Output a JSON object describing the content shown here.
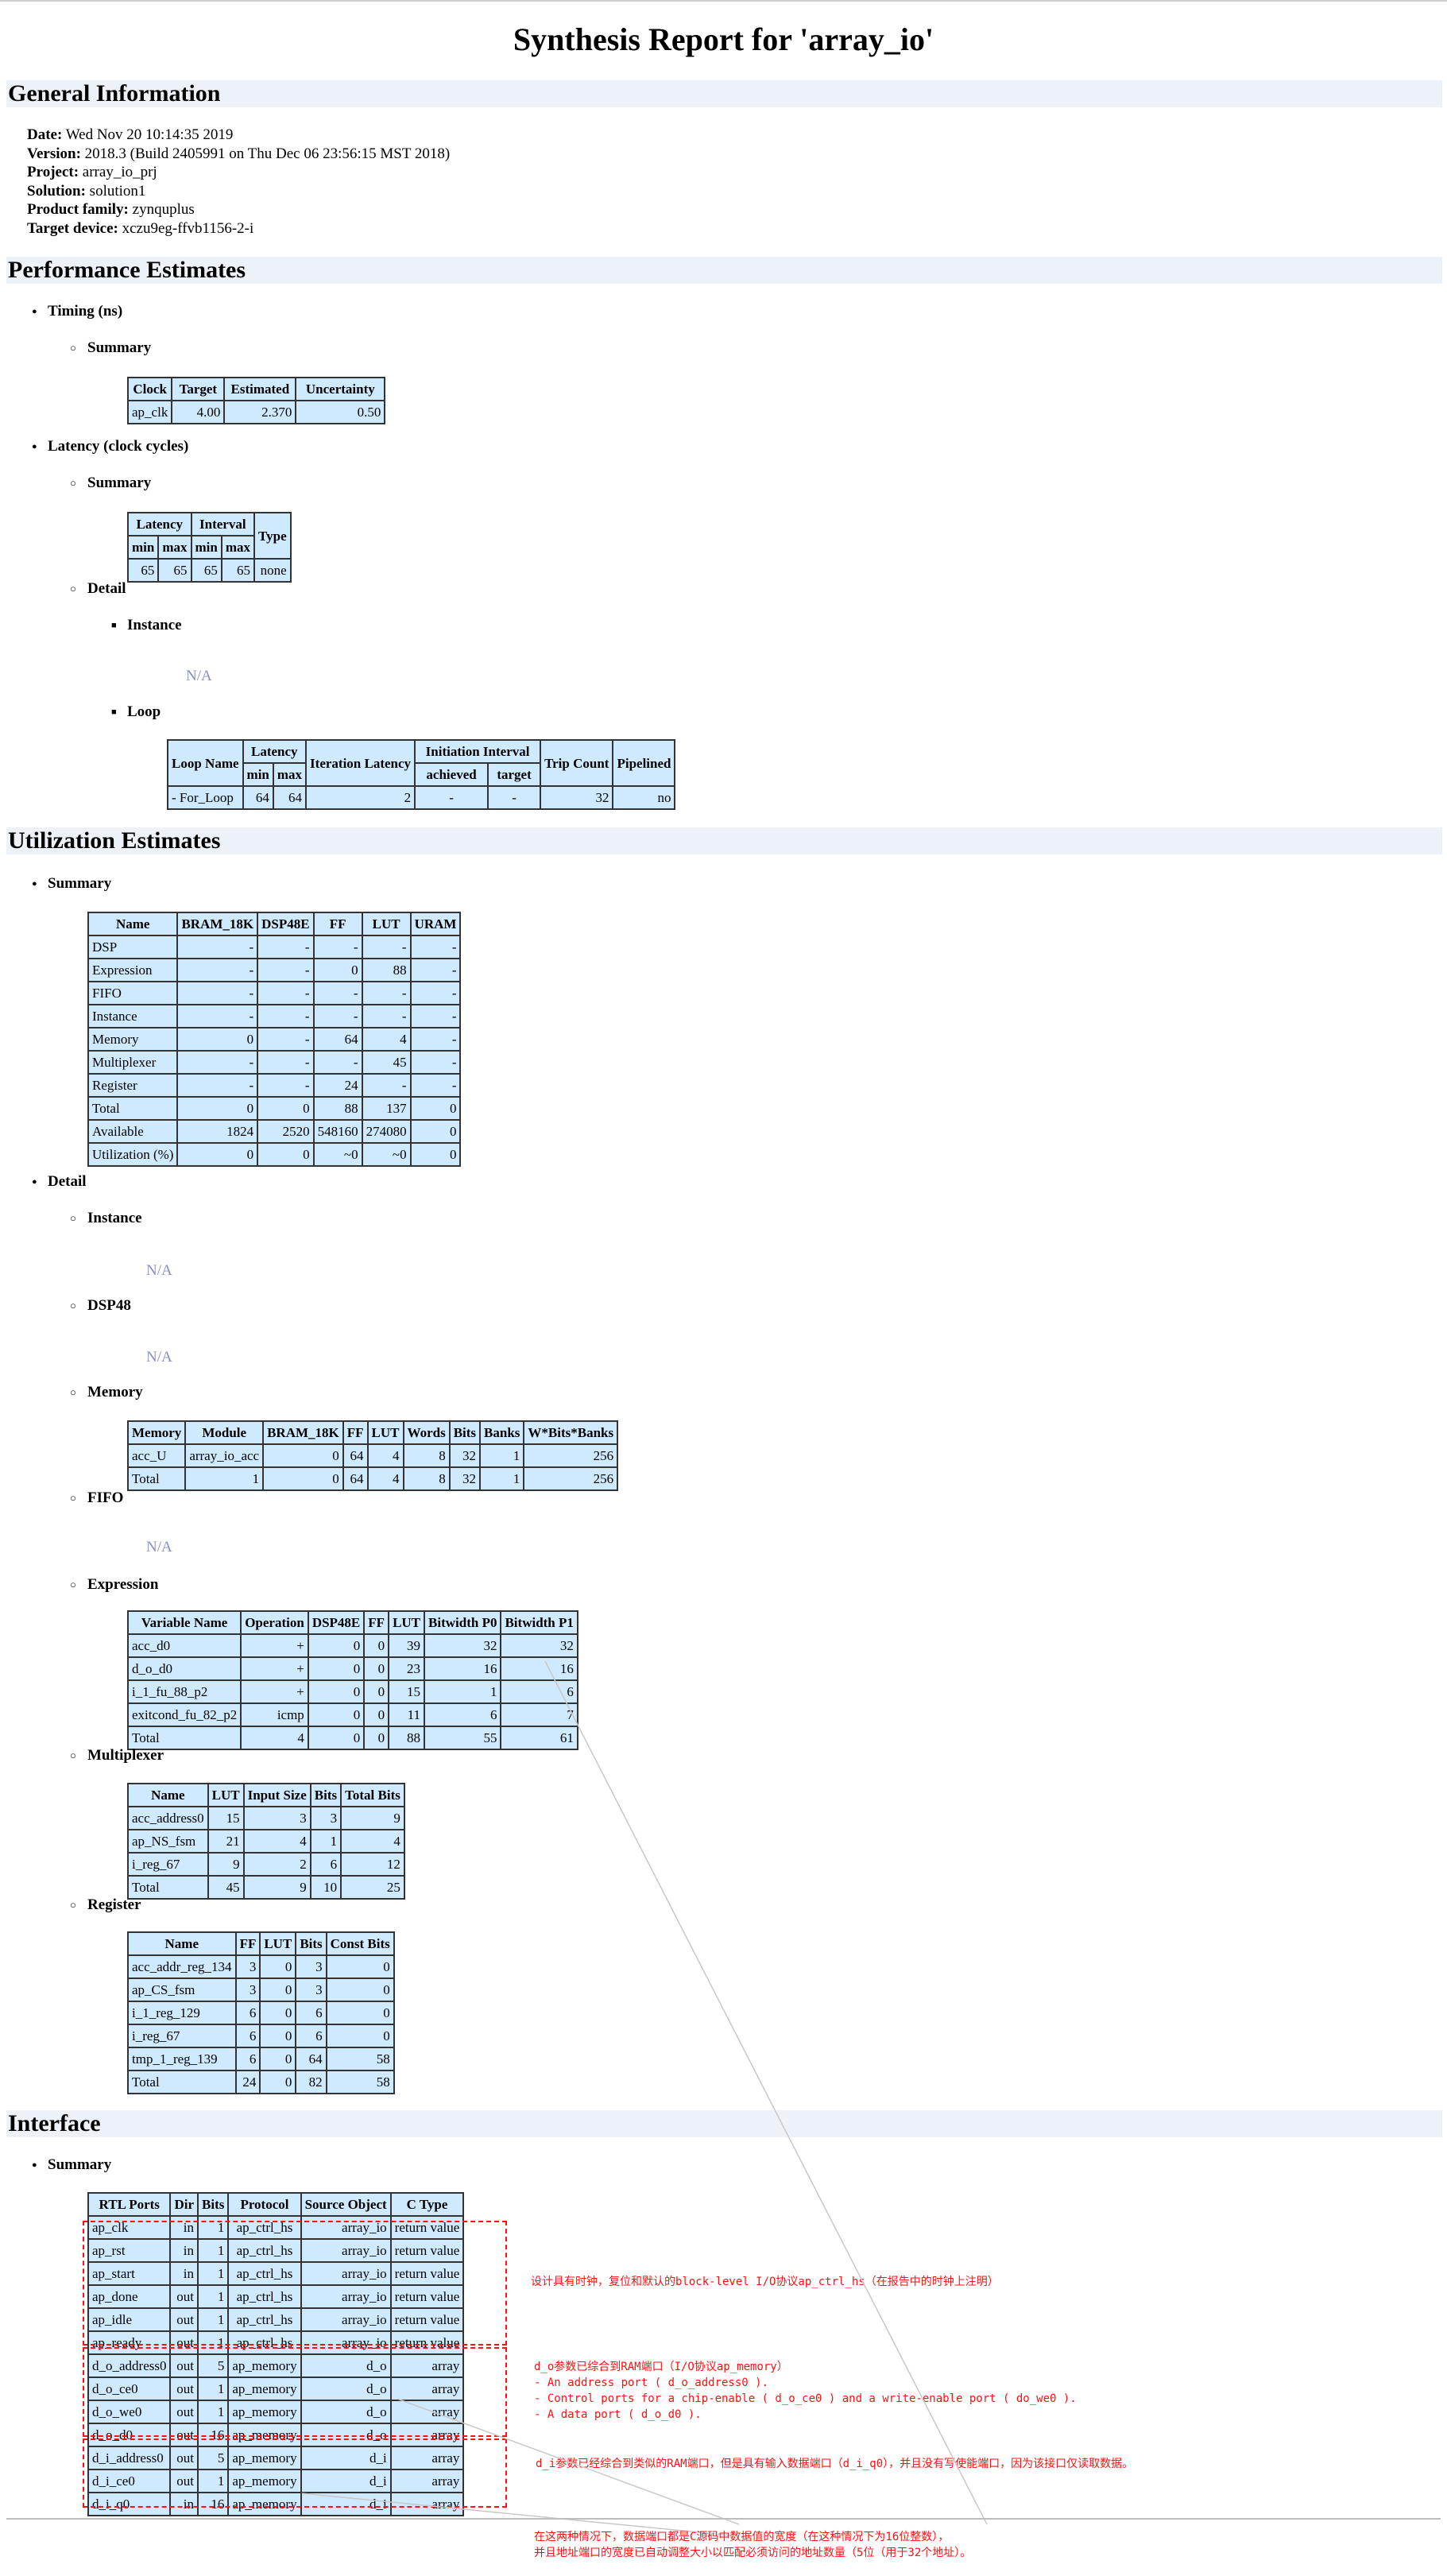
{
  "title": "Synthesis Report for 'array_io'",
  "sections": {
    "general": "General Information",
    "performance": "Performance Estimates",
    "utilization": "Utilization Estimates",
    "interface": "Interface"
  },
  "general_info": [
    {
      "label": "Date:",
      "value": "Wed Nov 20 10:14:35 2019"
    },
    {
      "label": "Version:",
      "value": "2018.3 (Build 2405991 on Thu Dec 06 23:56:15 MST 2018)"
    },
    {
      "label": "Project:",
      "value": "array_io_prj"
    },
    {
      "label": "Solution:",
      "value": "solution1"
    },
    {
      "label": "Product family:",
      "value": "zynquplus"
    },
    {
      "label": "Target device:",
      "value": "xczu9eg-ffvb1156-2-i"
    }
  ],
  "labels": {
    "timing": "Timing (ns)",
    "summary": "Summary",
    "latency": "Latency (clock cycles)",
    "detail": "Detail",
    "instance": "Instance",
    "loop": "Loop",
    "dsp48": "DSP48",
    "memory": "Memory",
    "fifo": "FIFO",
    "expression": "Expression",
    "multiplexer": "Multiplexer",
    "register": "Register",
    "na": "N/A"
  },
  "timing": {
    "headers": [
      "Clock",
      "Target",
      "Estimated",
      "Uncertainty"
    ],
    "row": [
      "ap_clk",
      "4.00",
      "2.370",
      "0.50"
    ]
  },
  "latency": {
    "h_latency": "Latency",
    "h_interval": "Interval",
    "h_type": "Type",
    "h_min": "min",
    "h_max": "max",
    "row": [
      "65",
      "65",
      "65",
      "65",
      "none"
    ]
  },
  "loop": {
    "h_name": "Loop Name",
    "h_latency": "Latency",
    "h_iter": "Iteration Latency",
    "h_ii": "Initiation Interval",
    "h_achieved": "achieved",
    "h_target": "target",
    "h_trip": "Trip Count",
    "h_pipe": "Pipelined",
    "h_min": "min",
    "h_max": "max",
    "row": [
      "- For_Loop",
      "64",
      "64",
      "2",
      "-",
      "-",
      "32",
      "no"
    ]
  },
  "util_summary": {
    "headers": [
      "Name",
      "BRAM_18K",
      "DSP48E",
      "FF",
      "LUT",
      "URAM"
    ],
    "rows": [
      [
        "DSP",
        "-",
        "-",
        "-",
        "-",
        "-"
      ],
      [
        "Expression",
        "-",
        "-",
        "0",
        "88",
        "-"
      ],
      [
        "FIFO",
        "-",
        "-",
        "-",
        "-",
        "-"
      ],
      [
        "Instance",
        "-",
        "-",
        "-",
        "-",
        "-"
      ],
      [
        "Memory",
        "0",
        "-",
        "64",
        "4",
        "-"
      ],
      [
        "Multiplexer",
        "-",
        "-",
        "-",
        "45",
        "-"
      ],
      [
        "Register",
        "-",
        "-",
        "24",
        "-",
        "-"
      ],
      [
        "Total",
        "0",
        "0",
        "88",
        "137",
        "0"
      ],
      [
        "Available",
        "1824",
        "2520",
        "548160",
        "274080",
        "0"
      ],
      [
        "Utilization (%)",
        "0",
        "0",
        "~0",
        "~0",
        "0"
      ]
    ]
  },
  "memory": {
    "headers": [
      "Memory",
      "Module",
      "BRAM_18K",
      "FF",
      "LUT",
      "Words",
      "Bits",
      "Banks",
      "W*Bits*Banks"
    ],
    "rows": [
      [
        "acc_U",
        "array_io_acc",
        "0",
        "64",
        "4",
        "8",
        "32",
        "1",
        "256"
      ],
      [
        "Total",
        "",
        "1",
        "0",
        "64",
        "4",
        "8",
        "32",
        "1",
        "256"
      ]
    ]
  },
  "expression": {
    "headers": [
      "Variable Name",
      "Operation",
      "DSP48E",
      "FF",
      "LUT",
      "Bitwidth P0",
      "Bitwidth P1"
    ],
    "rows": [
      [
        "acc_d0",
        "+",
        "0",
        "0",
        "39",
        "32",
        "32"
      ],
      [
        "d_o_d0",
        "+",
        "0",
        "0",
        "23",
        "16",
        "16"
      ],
      [
        "i_1_fu_88_p2",
        "+",
        "0",
        "0",
        "15",
        "1",
        "6"
      ],
      [
        "exitcond_fu_82_p2",
        "icmp",
        "0",
        "0",
        "11",
        "6",
        "7"
      ],
      [
        "Total",
        "4",
        "0",
        "0",
        "88",
        "55",
        "61"
      ]
    ]
  },
  "multiplexer": {
    "headers": [
      "Name",
      "LUT",
      "Input Size",
      "Bits",
      "Total Bits"
    ],
    "rows": [
      [
        "acc_address0",
        "15",
        "3",
        "3",
        "9"
      ],
      [
        "ap_NS_fsm",
        "21",
        "4",
        "1",
        "4"
      ],
      [
        "i_reg_67",
        "9",
        "2",
        "6",
        "12"
      ],
      [
        "Total",
        "45",
        "9",
        "10",
        "25"
      ]
    ]
  },
  "register": {
    "headers": [
      "Name",
      "FF",
      "LUT",
      "Bits",
      "Const Bits"
    ],
    "rows": [
      [
        "acc_addr_reg_134",
        "3",
        "0",
        "3",
        "0"
      ],
      [
        "ap_CS_fsm",
        "3",
        "0",
        "3",
        "0"
      ],
      [
        "i_1_reg_129",
        "6",
        "0",
        "6",
        "0"
      ],
      [
        "i_reg_67",
        "6",
        "0",
        "6",
        "0"
      ],
      [
        "tmp_1_reg_139",
        "6",
        "0",
        "64",
        "58"
      ],
      [
        "Total",
        "24",
        "0",
        "82",
        "58"
      ]
    ]
  },
  "interface": {
    "headers": [
      "RTL Ports",
      "Dir",
      "Bits",
      "Protocol",
      "Source Object",
      "C Type"
    ],
    "rows": [
      [
        "ap_clk",
        "in",
        "1",
        "ap_ctrl_hs",
        "array_io",
        "return value"
      ],
      [
        "ap_rst",
        "in",
        "1",
        "ap_ctrl_hs",
        "array_io",
        "return value"
      ],
      [
        "ap_start",
        "in",
        "1",
        "ap_ctrl_hs",
        "array_io",
        "return value"
      ],
      [
        "ap_done",
        "out",
        "1",
        "ap_ctrl_hs",
        "array_io",
        "return value"
      ],
      [
        "ap_idle",
        "out",
        "1",
        "ap_ctrl_hs",
        "array_io",
        "return value"
      ],
      [
        "ap_ready",
        "out",
        "1",
        "ap_ctrl_hs",
        "array_io",
        "return value"
      ],
      [
        "d_o_address0",
        "out",
        "5",
        "ap_memory",
        "d_o",
        "array"
      ],
      [
        "d_o_ce0",
        "out",
        "1",
        "ap_memory",
        "d_o",
        "array"
      ],
      [
        "d_o_we0",
        "out",
        "1",
        "ap_memory",
        "d_o",
        "array"
      ],
      [
        "d_o_d0",
        "out",
        "16",
        "ap_memory",
        "d_o",
        "array"
      ],
      [
        "d_i_address0",
        "out",
        "5",
        "ap_memory",
        "d_i",
        "array"
      ],
      [
        "d_i_ce0",
        "out",
        "1",
        "ap_memory",
        "d_i",
        "array"
      ],
      [
        "d_i_q0",
        "in",
        "16",
        "ap_memory",
        "d_i",
        "array"
      ]
    ]
  },
  "annotations": {
    "ctrl": "设计具有时钟，复位和默认的block-level I/O协议ap_ctrl_hs（在报告中的时钟上注明）",
    "d_o": [
      "d_o参数已综合到RAM端口（I/O协议ap_memory）",
      "- An address port ( d_o_address0 ).",
      "- Control ports for a chip-enable ( d_o_ce0 ) and a write-enable port ( do_we0 ).",
      "- A data port ( d_o_d0 )."
    ],
    "d_i": "d_i参数已经综合到类似的RAM端口，但是具有输入数据端口（d_i_q0），并且没有写使能端口，因为该接口仅读取数据。",
    "bottom": [
      "在这两种情况下，数据端口都是C源码中数据值的宽度（在这种情况下为16位整数），",
      "并且地址端口的宽度已自动调整大小以匹配必须访问的地址数量（5位（用于32个地址）。"
    ]
  },
  "colors": {
    "table_bg": "#cfeaff",
    "section_bar": "#edf1f8",
    "annotation": "#ff1010",
    "na_text": "#8b8fc0"
  }
}
